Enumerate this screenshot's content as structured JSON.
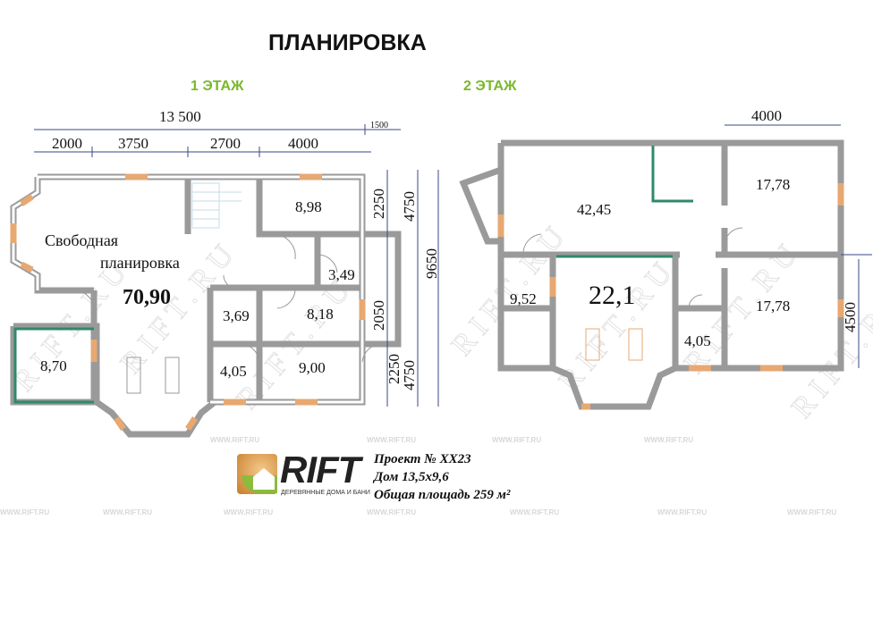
{
  "title": "ПЛАНИРОВКА",
  "floor1": {
    "label": "1 ЭТАЖ",
    "dims_top": {
      "total": "13 500",
      "extra": "1500",
      "parts": [
        "2000",
        "3750",
        "2700",
        "4000"
      ]
    },
    "dims_right": {
      "a": "2250",
      "b": "4750",
      "c": "9650",
      "d": "2050",
      "e": "2250",
      "f": "4750"
    },
    "free_plan_line1": "Свободная",
    "free_plan_line2": "планировка",
    "rooms": {
      "main": "70,90",
      "r898": "8,98",
      "r349": "3,49",
      "r369": "3,69",
      "r818": "8,18",
      "r870": "8,70",
      "r405": "4,05",
      "r900": "9,00"
    }
  },
  "floor2": {
    "label": "2 ЭТАЖ",
    "dims": {
      "top": "4000",
      "right": "4500"
    },
    "rooms": {
      "r4245": "42,45",
      "r1778a": "17,78",
      "r952": "9,52",
      "r221": "22,1",
      "r1778b": "17,78",
      "r405": "4,05"
    }
  },
  "brand": {
    "name": "RIFT",
    "tagline": "ДЕРЕВЯННЫЕ ДОМА И БАНИ"
  },
  "project": {
    "number": "Проект № XX23",
    "house": "Дом 13,5x9,6",
    "area": "Общая площадь  259 м²"
  },
  "watermark": {
    "url": "WWW.RIFT.RU",
    "diag": "RIFT.RU"
  },
  "colors": {
    "walls": "#9a9a9a",
    "windows": "#e7a872",
    "accent": "#79b82b",
    "green_wall": "#2e8a6a"
  }
}
